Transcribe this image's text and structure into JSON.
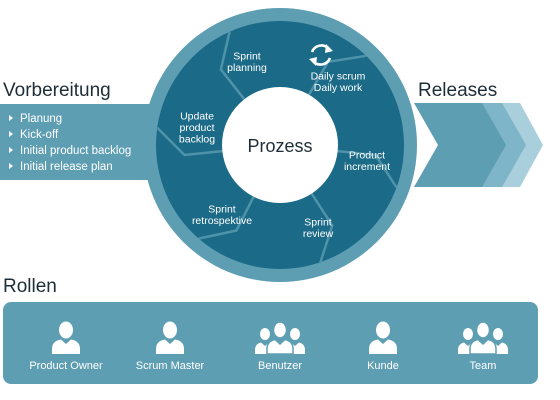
{
  "preparation": {
    "title": "Vorbereitung",
    "items": [
      "Planung",
      "Kick-off",
      "Initial product backlog",
      "Initial release plan"
    ]
  },
  "releases": {
    "title": "Releases"
  },
  "process": {
    "center_label": "Prozess",
    "segments": [
      {
        "lines": [
          "Sprint",
          "planning"
        ]
      },
      {
        "lines": [
          "Daily scrum",
          "Daily work"
        ]
      },
      {
        "lines": [
          "Product",
          "increment"
        ]
      },
      {
        "lines": [
          "Sprint",
          "review"
        ]
      },
      {
        "lines": [
          "Sprint",
          "retrospektive"
        ]
      },
      {
        "lines": [
          "Update",
          "product",
          "backlog"
        ]
      }
    ]
  },
  "roles": {
    "title": "Rollen",
    "items": [
      {
        "label": "Product Owner",
        "icon": "person-icon"
      },
      {
        "label": "Scrum Master",
        "icon": "person-icon"
      },
      {
        "label": "Benutzer",
        "icon": "group-icon"
      },
      {
        "label": "Kunde",
        "icon": "person-icon"
      },
      {
        "label": "Team",
        "icon": "group-icon"
      }
    ]
  },
  "colors": {
    "ring_outer": "#5e9eb3",
    "ring_inner": "#1b6a87",
    "light_panel": "#5e9eb3",
    "chevron_light": "#a9cfdc",
    "text_dark": "#1e2e38"
  }
}
